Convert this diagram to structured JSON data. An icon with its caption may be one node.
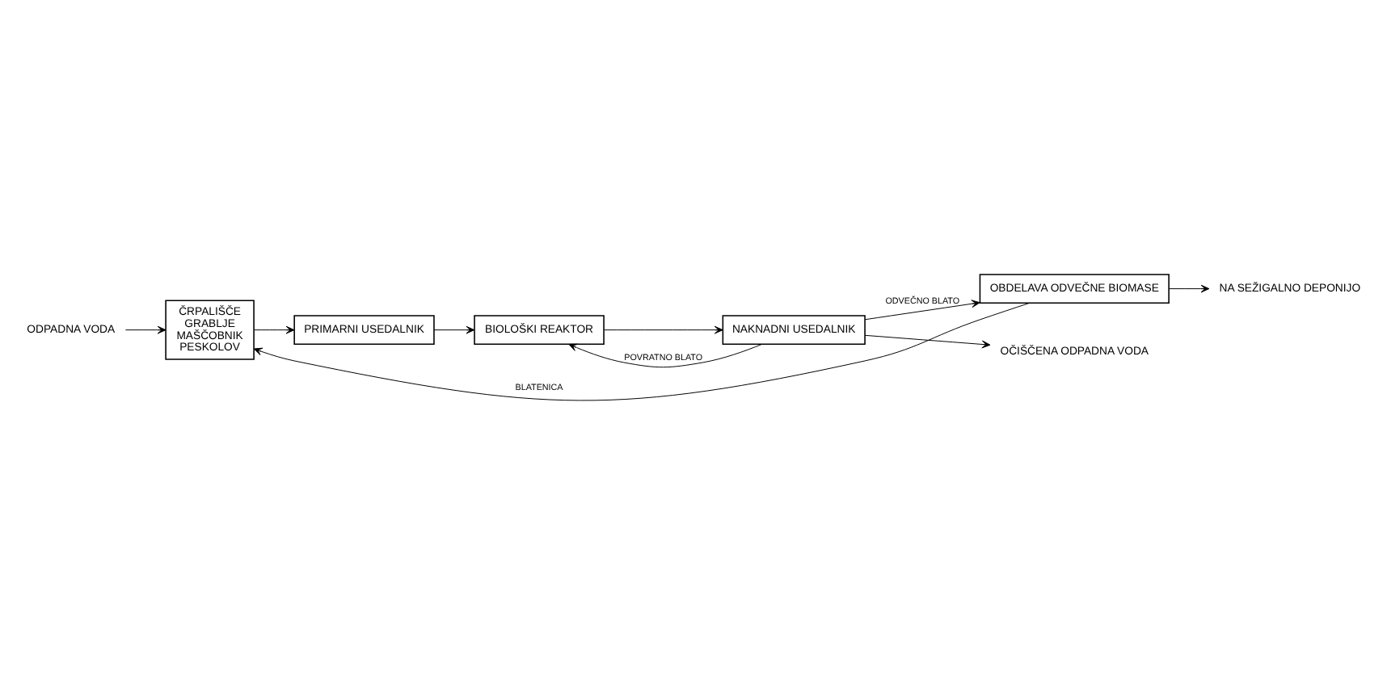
{
  "diagram": {
    "nodes": [
      {
        "text": [
          "ODPADNA VODA"
        ]
      },
      {
        "text": [
          "ČRPALIŠČE",
          "GRABLJE",
          "MAŠČOBNIK",
          "PESKOLOV"
        ]
      },
      {
        "text": [
          "PRIMARNI USEDALNIK"
        ]
      },
      {
        "text": [
          "BIOLOŠKI REAKTOR"
        ]
      },
      {
        "text": [
          "NAKNADNI USEDALNIK"
        ]
      },
      {
        "text": [
          "OBDELAVA ODVEČNE BIOMASE"
        ]
      },
      {
        "text": [
          "NA SEŽIGALNO DEPONIJO"
        ]
      },
      {
        "text": [
          "OČIŠČENA ODPADNA VODA"
        ]
      }
    ],
    "edges": [
      {
        "from": 0,
        "to": 1,
        "arrow": "to"
      },
      {
        "from": 5,
        "to": 1,
        "arrow": "to",
        "label": "BLATENICA"
      },
      {
        "from": 1,
        "to": 2,
        "arrow": "to"
      },
      {
        "from": 2,
        "to": 3,
        "arrow": "to"
      },
      {
        "from": 4,
        "to": 3,
        "arrow": "to",
        "label": "POVRATNO BLATO"
      },
      {
        "from": 3,
        "to": 4,
        "arrow": "to"
      },
      {
        "from": 4,
        "to": 5,
        "arrow": "to",
        "label": "ODVEČNO BLATO"
      },
      {
        "from": 5,
        "to": 6,
        "arrow": "to"
      },
      {
        "from": 4,
        "to": 7,
        "arrow": "to"
      }
    ]
  }
}
